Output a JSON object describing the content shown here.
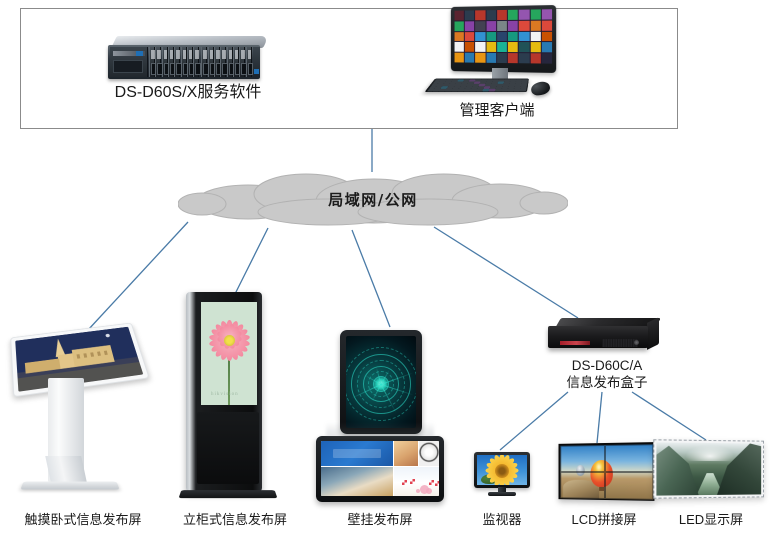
{
  "diagram": {
    "type": "network-topology",
    "title_visible": false,
    "colors": {
      "connector_line": "#4a7ba7",
      "cloud_fill": "#c9c9c9",
      "cloud_stroke": "#b0b0b0",
      "box_border": "#8b8b8b",
      "label_text": "#1a1a1a"
    }
  },
  "top_group": {
    "nodes": [
      {
        "id": "server",
        "label": "DS-D60S/X服务软件",
        "icon": "rack-server-icon"
      },
      {
        "id": "client",
        "label": "管理客户端",
        "icon": "all-in-one-pc-icon"
      }
    ]
  },
  "network": {
    "id": "cloud",
    "label": "局域网/公网",
    "icon": "cloud-icon"
  },
  "endpoints": [
    {
      "id": "touch-kiosk",
      "label": "触摸卧式信息发布屏",
      "icon": "touch-table-kiosk-icon"
    },
    {
      "id": "standing-kiosk",
      "label": "立柜式信息发布屏",
      "icon": "standing-cabinet-display-icon"
    },
    {
      "id": "wall-mount",
      "label": "壁挂发布屏",
      "icon": "wall-mounted-display-icon"
    },
    {
      "id": "publish-box",
      "label_line1": "DS-D60C/A",
      "label_line2": "信息发布盒子",
      "icon": "set-top-box-icon"
    },
    {
      "id": "monitor",
      "label": "监视器",
      "icon": "monitor-icon"
    },
    {
      "id": "lcd-video-wall",
      "label": "LCD拼接屏",
      "icon": "lcd-video-wall-icon"
    },
    {
      "id": "led-display",
      "label": "LED显示屏",
      "icon": "led-display-icon"
    }
  ],
  "connections": [
    {
      "from": "top_group",
      "to": "cloud"
    },
    {
      "from": "cloud",
      "to": "touch-kiosk"
    },
    {
      "from": "cloud",
      "to": "standing-kiosk"
    },
    {
      "from": "cloud",
      "to": "wall-mount"
    },
    {
      "from": "cloud",
      "to": "publish-box"
    },
    {
      "from": "publish-box",
      "to": "monitor"
    },
    {
      "from": "publish-box",
      "to": "lcd-video-wall"
    },
    {
      "from": "publish-box",
      "to": "led-display"
    }
  ]
}
